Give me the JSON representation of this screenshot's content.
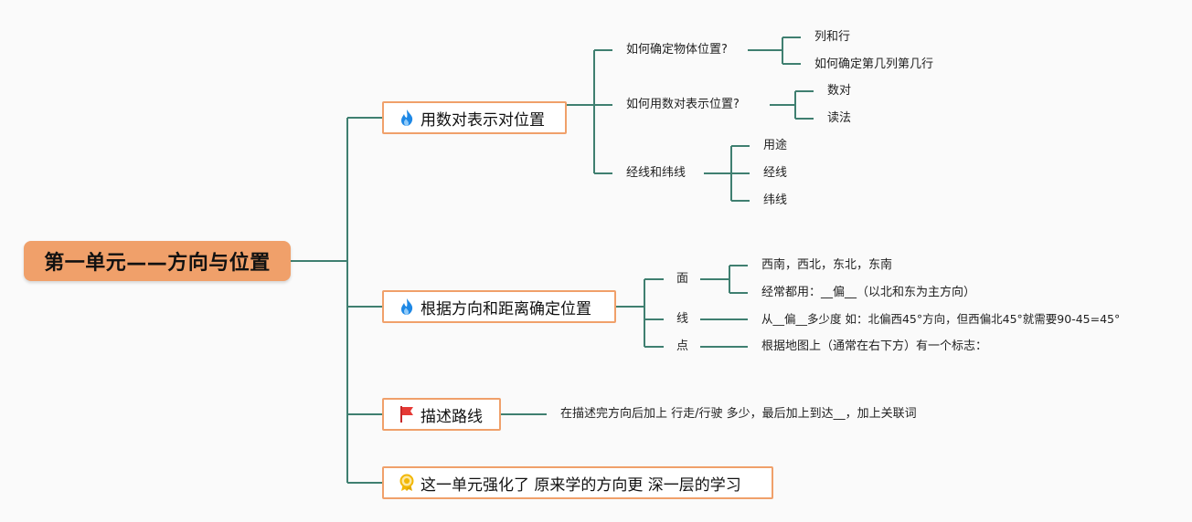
{
  "root": {
    "label": "第一单元——方向与位置"
  },
  "branches": [
    {
      "label": "用数对表示对位置",
      "icon": "fire-icon",
      "children": [
        {
          "label": "如何确定物体位置?",
          "children": [
            "列和行",
            "如何确定第几列第几行"
          ]
        },
        {
          "label": "如何用数对表示位置?",
          "children": [
            "数对",
            "读法"
          ]
        },
        {
          "label": "经线和纬线",
          "children": [
            "用途",
            "经线",
            "纬线"
          ]
        }
      ]
    },
    {
      "label": "根据方向和距离确定位置",
      "icon": "fire-icon",
      "children": [
        {
          "label": "面",
          "children": [
            "西南，西北，东北，东南",
            "经常都用：__偏__（以北和东为主方向）"
          ]
        },
        {
          "label": "线",
          "children": [
            "从__偏__多少度 如：北偏西45°方向，但西偏北45°就需要90-45=45°"
          ]
        },
        {
          "label": "点",
          "children": [
            "根据地图上（通常在右下方）有一个标志："
          ]
        }
      ]
    },
    {
      "label": "描述路线",
      "icon": "red-flag-icon",
      "children": [
        {
          "label": "在描述完方向后加上 行走/行驶 多少，最后加上到达__，加上关联词"
        }
      ]
    },
    {
      "label": "这一单元强化了 原来学的方向更 深一层的学习",
      "icon": "award-ribbon-icon"
    }
  ],
  "colors": {
    "connector": "#3f7f70",
    "root_fill": "#f0a06a",
    "topic_border": "#f0a06a",
    "fire": "#1e88e5",
    "flag": "#e53935",
    "award": "#f2b705"
  }
}
